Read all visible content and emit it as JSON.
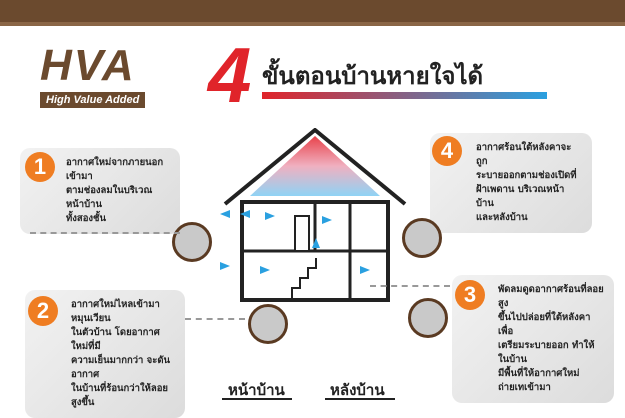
{
  "logo": {
    "name": "HVA",
    "tagline": "High Value Added"
  },
  "header": {
    "number": "4",
    "title": "ขั้นตอนบ้านหายใจได้"
  },
  "steps": [
    {
      "number": "1",
      "lines": [
        "อากาศใหม่จากภายนอกเข้ามา",
        "ตามช่องลมในบริเวณหน้าบ้าน",
        "ทั้งสองชั้น"
      ]
    },
    {
      "number": "2",
      "lines": [
        "อากาศใหม่ไหลเข้ามาหมุนเวียน",
        "ในตัวบ้าน โดยอากาศใหม่ที่มี",
        "ความเย็นมากกว่า จะดันอากาศ",
        "ในบ้านที่ร้อนกว่าให้ลอยสูงขึ้น"
      ]
    },
    {
      "number": "3",
      "lines": [
        "พัดลมดูดอากาศร้อนที่ลอยสูง",
        "ขึ้นไปปล่อยที่ใต้หลังคา เพื่อ",
        "เตรียมระบายออก ทำให้ในบ้าน",
        "มีพื้นที่ให้อากาศใหม่ถ่ายเทเข้ามา"
      ]
    },
    {
      "number": "4",
      "lines": [
        "อากาศร้อนใต้หลังคาจะถูก",
        "ระบายออกตามช่องเปิดที่",
        "ฝ้าเพดาน บริเวณหน้าบ้าน",
        "และหลังบ้าน"
      ]
    }
  ],
  "footer": {
    "front": "หน้าบ้าน",
    "back": "หลังบ้าน"
  }
}
